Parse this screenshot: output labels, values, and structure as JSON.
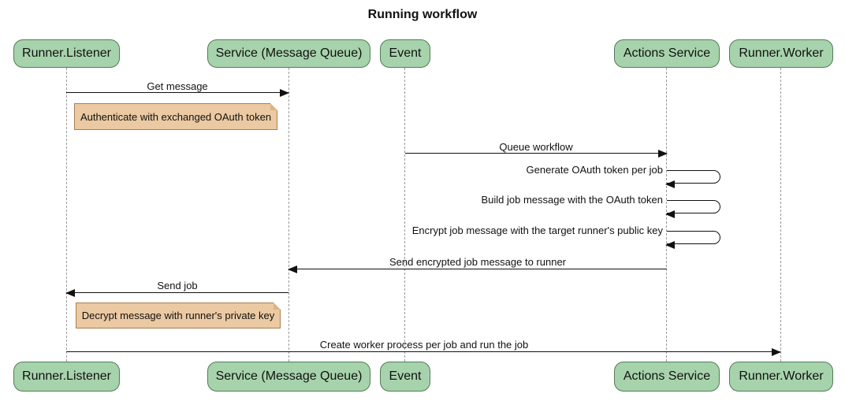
{
  "title": "Running workflow",
  "diagram_type": "sequence",
  "participants": [
    {
      "label": "Runner.Listener"
    },
    {
      "label": "Service (Message Queue)"
    },
    {
      "label": "Event"
    },
    {
      "label": "Actions Service"
    },
    {
      "label": "Runner.Worker"
    }
  ],
  "messages": [
    {
      "label": "Get message",
      "from": "Runner.Listener",
      "to": "Service (Message Queue)",
      "type": "solid-arrow"
    },
    {
      "label": "Queue workflow",
      "from": "Event",
      "to": "Actions Service",
      "type": "solid-arrow"
    },
    {
      "label": "Generate OAuth token per job",
      "from": "Actions Service",
      "to": "Actions Service",
      "type": "self"
    },
    {
      "label": "Build job message with the OAuth token",
      "from": "Actions Service",
      "to": "Actions Service",
      "type": "self"
    },
    {
      "label": "Encrypt job message with the target runner's public key",
      "from": "Actions Service",
      "to": "Actions Service",
      "type": "self"
    },
    {
      "label": "Send encrypted job message to runner",
      "from": "Actions Service",
      "to": "Service (Message Queue)",
      "type": "solid-arrow"
    },
    {
      "label": "Send job",
      "from": "Service (Message Queue)",
      "to": "Runner.Listener",
      "type": "solid-arrow"
    },
    {
      "label": "Create worker process per job and run the job",
      "from": "Runner.Listener",
      "to": "Runner.Worker",
      "type": "solid-arrow"
    }
  ],
  "notes": [
    {
      "text": "Authenticate with exchanged OAuth token",
      "over": "Runner.Listener"
    },
    {
      "text": "Decrypt message with runner's private key",
      "over": "Runner.Listener"
    }
  ],
  "colors": {
    "actor_fill": "#a7d3ac",
    "actor_border": "#527a57",
    "note_fill": "#ebc9a2",
    "note_border": "#aa8050",
    "lifeline": "#9a9a9a",
    "arrow": "#111111"
  }
}
